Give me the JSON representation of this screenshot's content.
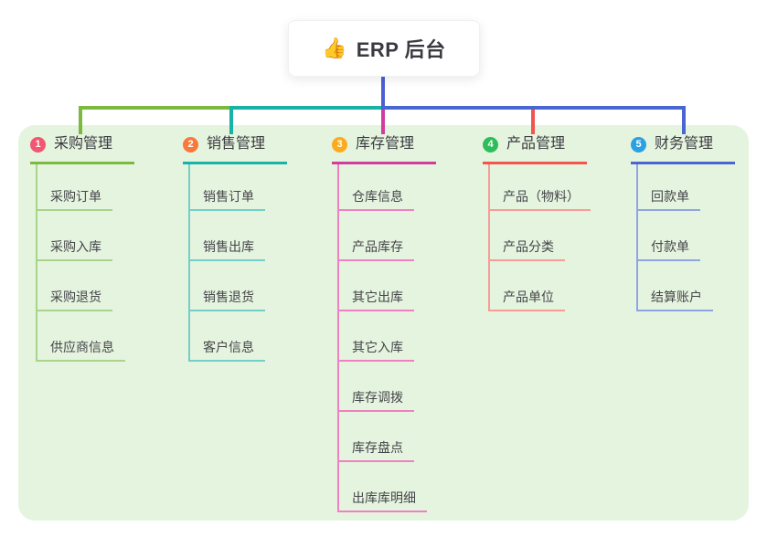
{
  "root": {
    "emoji": "👍",
    "label": "ERP 后台"
  },
  "colors": {
    "page_background": "#ffffff",
    "panel_background": "#e5f4df",
    "stem": "#4c5fd4",
    "title_text": "#3b3b40",
    "child_text": "#45454a"
  },
  "branches": [
    {
      "index": "1",
      "label": "采购管理",
      "badge_color": "#f25670",
      "line_color": "#7cb93f",
      "child_line_color": "#a9d48b",
      "children": [
        "采购订单",
        "采购入库",
        "采购退货",
        "供应商信息"
      ]
    },
    {
      "index": "2",
      "label": "销售管理",
      "badge_color": "#f7793c",
      "line_color": "#18b2a7",
      "child_line_color": "#73cfc7",
      "children": [
        "销售订单",
        "销售出库",
        "销售退货",
        "客户信息"
      ]
    },
    {
      "index": "3",
      "label": "库存管理",
      "badge_color": "#fcab1f",
      "line_color": "#d13c9e",
      "child_line_color": "#f080c2",
      "children": [
        "仓库信息",
        "产品库存",
        "其它出库",
        "其它入库",
        "库存调拨",
        "库存盘点",
        "出库库明细"
      ]
    },
    {
      "index": "4",
      "label": "产品管理",
      "badge_color": "#2fbd5c",
      "line_color": "#f2544e",
      "child_line_color": "#f79d95",
      "children": [
        "产品（物料）",
        "产品分类",
        "产品单位"
      ]
    },
    {
      "index": "5",
      "label": "财务管理",
      "badge_color": "#2ba0e2",
      "line_color": "#4a66d1",
      "child_line_color": "#8fa5e2",
      "children": [
        "回款单",
        "付款单",
        "结算账户"
      ]
    }
  ]
}
